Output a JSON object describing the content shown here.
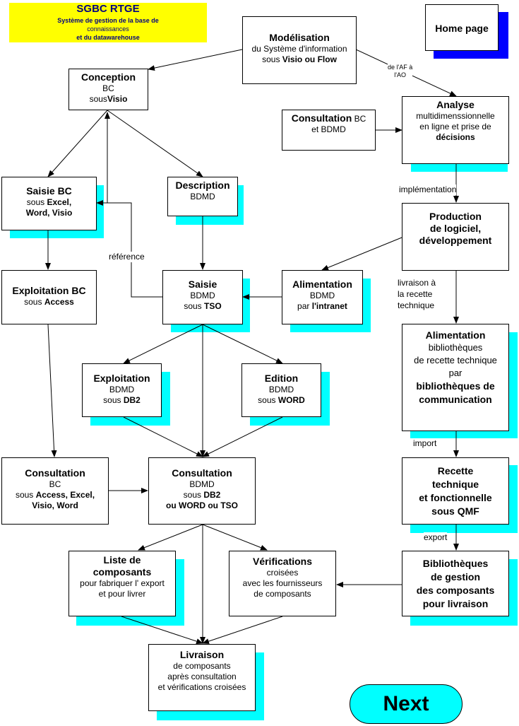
{
  "title": {
    "name": "SGBC RTGE",
    "line1": "Système de gestion de la base de",
    "line2": "connaissances",
    "line3": "et du datawarehouse"
  },
  "nav": {
    "home": "Home page",
    "next": "Next"
  },
  "nodes": {
    "modelisation": {
      "h": "Modélisation",
      "l1": "du Système d'information",
      "l2a": "sous ",
      "l2b": "Visio ou Flow"
    },
    "conception": {
      "h": "Conception",
      "l1": "BC",
      "l2a": "sous",
      "l2b": "Visio"
    },
    "consult_bc_bdmd": {
      "h": "Consultation",
      "h2": " BC",
      "l1": "et BDMD"
    },
    "analyse": {
      "h": "Analyse",
      "l1": "multidimenssionnelle",
      "l2": "en ligne et prise de",
      "l3": "décisions"
    },
    "saisie_bc": {
      "h": "Saisie BC",
      "l1a": "sous ",
      "l1b": "Excel,",
      "l2": "Word, Visio"
    },
    "description": {
      "h": "Description",
      "l1": "BDMD"
    },
    "production": {
      "h1": "Production",
      "h2": "de logiciel,",
      "h3": "développement"
    },
    "exploitation_bc": {
      "h": "Exploitation BC",
      "l1a": "sous ",
      "l1b": "Access"
    },
    "saisie_bdmd": {
      "h": "Saisie",
      "l1": "BDMD",
      "l2a": "sous ",
      "l2b": "TSO"
    },
    "alimentation_bdmd": {
      "h": "Alimentation",
      "l1": "BDMD",
      "l2a": "par ",
      "l2b": "l'intranet"
    },
    "alimentation_bib": {
      "h": "Alimentation",
      "l1": "bibliothèques",
      "l2": "de recette technique",
      "l3": "par",
      "l4": "bibliothèques de",
      "l5": "communication"
    },
    "exploitation_bdmd": {
      "h": "Exploitation",
      "l1": "BDMD",
      "l2a": "sous ",
      "l2b": "DB2"
    },
    "edition": {
      "h": "Edition",
      "l1": "BDMD",
      "l2a": "sous ",
      "l2b": "WORD"
    },
    "consult_bc": {
      "h": "Consultation",
      "l1": "BC",
      "l2a": "sous ",
      "l2b": "Access, Excel,",
      "l3": "Visio,  Word"
    },
    "consult_bdmd": {
      "h": "Consultation",
      "l1": "BDMD",
      "l2a": "sous ",
      "l2b": "DB2",
      "l3": "ou  WORD ou TSO"
    },
    "recette": {
      "h1": "Recette",
      "h2": "technique",
      "h3": "et fonctionnelle",
      "h4": "sous QMF"
    },
    "liste": {
      "h1": "Liste de",
      "h2": "composants",
      "l1": "pour fabriquer l' export",
      "l2": "et pour livrer"
    },
    "verifications": {
      "h": "Vérifications",
      "l1": "croisées",
      "l2": "avec les fournisseurs",
      "l3": "de composants"
    },
    "bibliotheques": {
      "h1": "Bibliothèques",
      "h2": "de gestion",
      "h3": "des composants",
      "h4": "pour livraison"
    },
    "livraison": {
      "h": "Livraison",
      "l1": "de composants",
      "l2": "après consultation",
      "l3": "et vérifications croisées"
    }
  },
  "labels": {
    "af_ao_1": "de l'AF à",
    "af_ao_2": "l'AO",
    "implementation": "implémentation",
    "reference": "référence",
    "livraison_recette_1": "livraison à",
    "livraison_recette_2": "la recette",
    "livraison_recette_3": "technique",
    "import": "import",
    "export": "export"
  },
  "colors": {
    "title_bg": "#ffff00",
    "shadow": "#00ffff",
    "home_shadow": "#0000ff",
    "next_bg": "#00ffff"
  }
}
